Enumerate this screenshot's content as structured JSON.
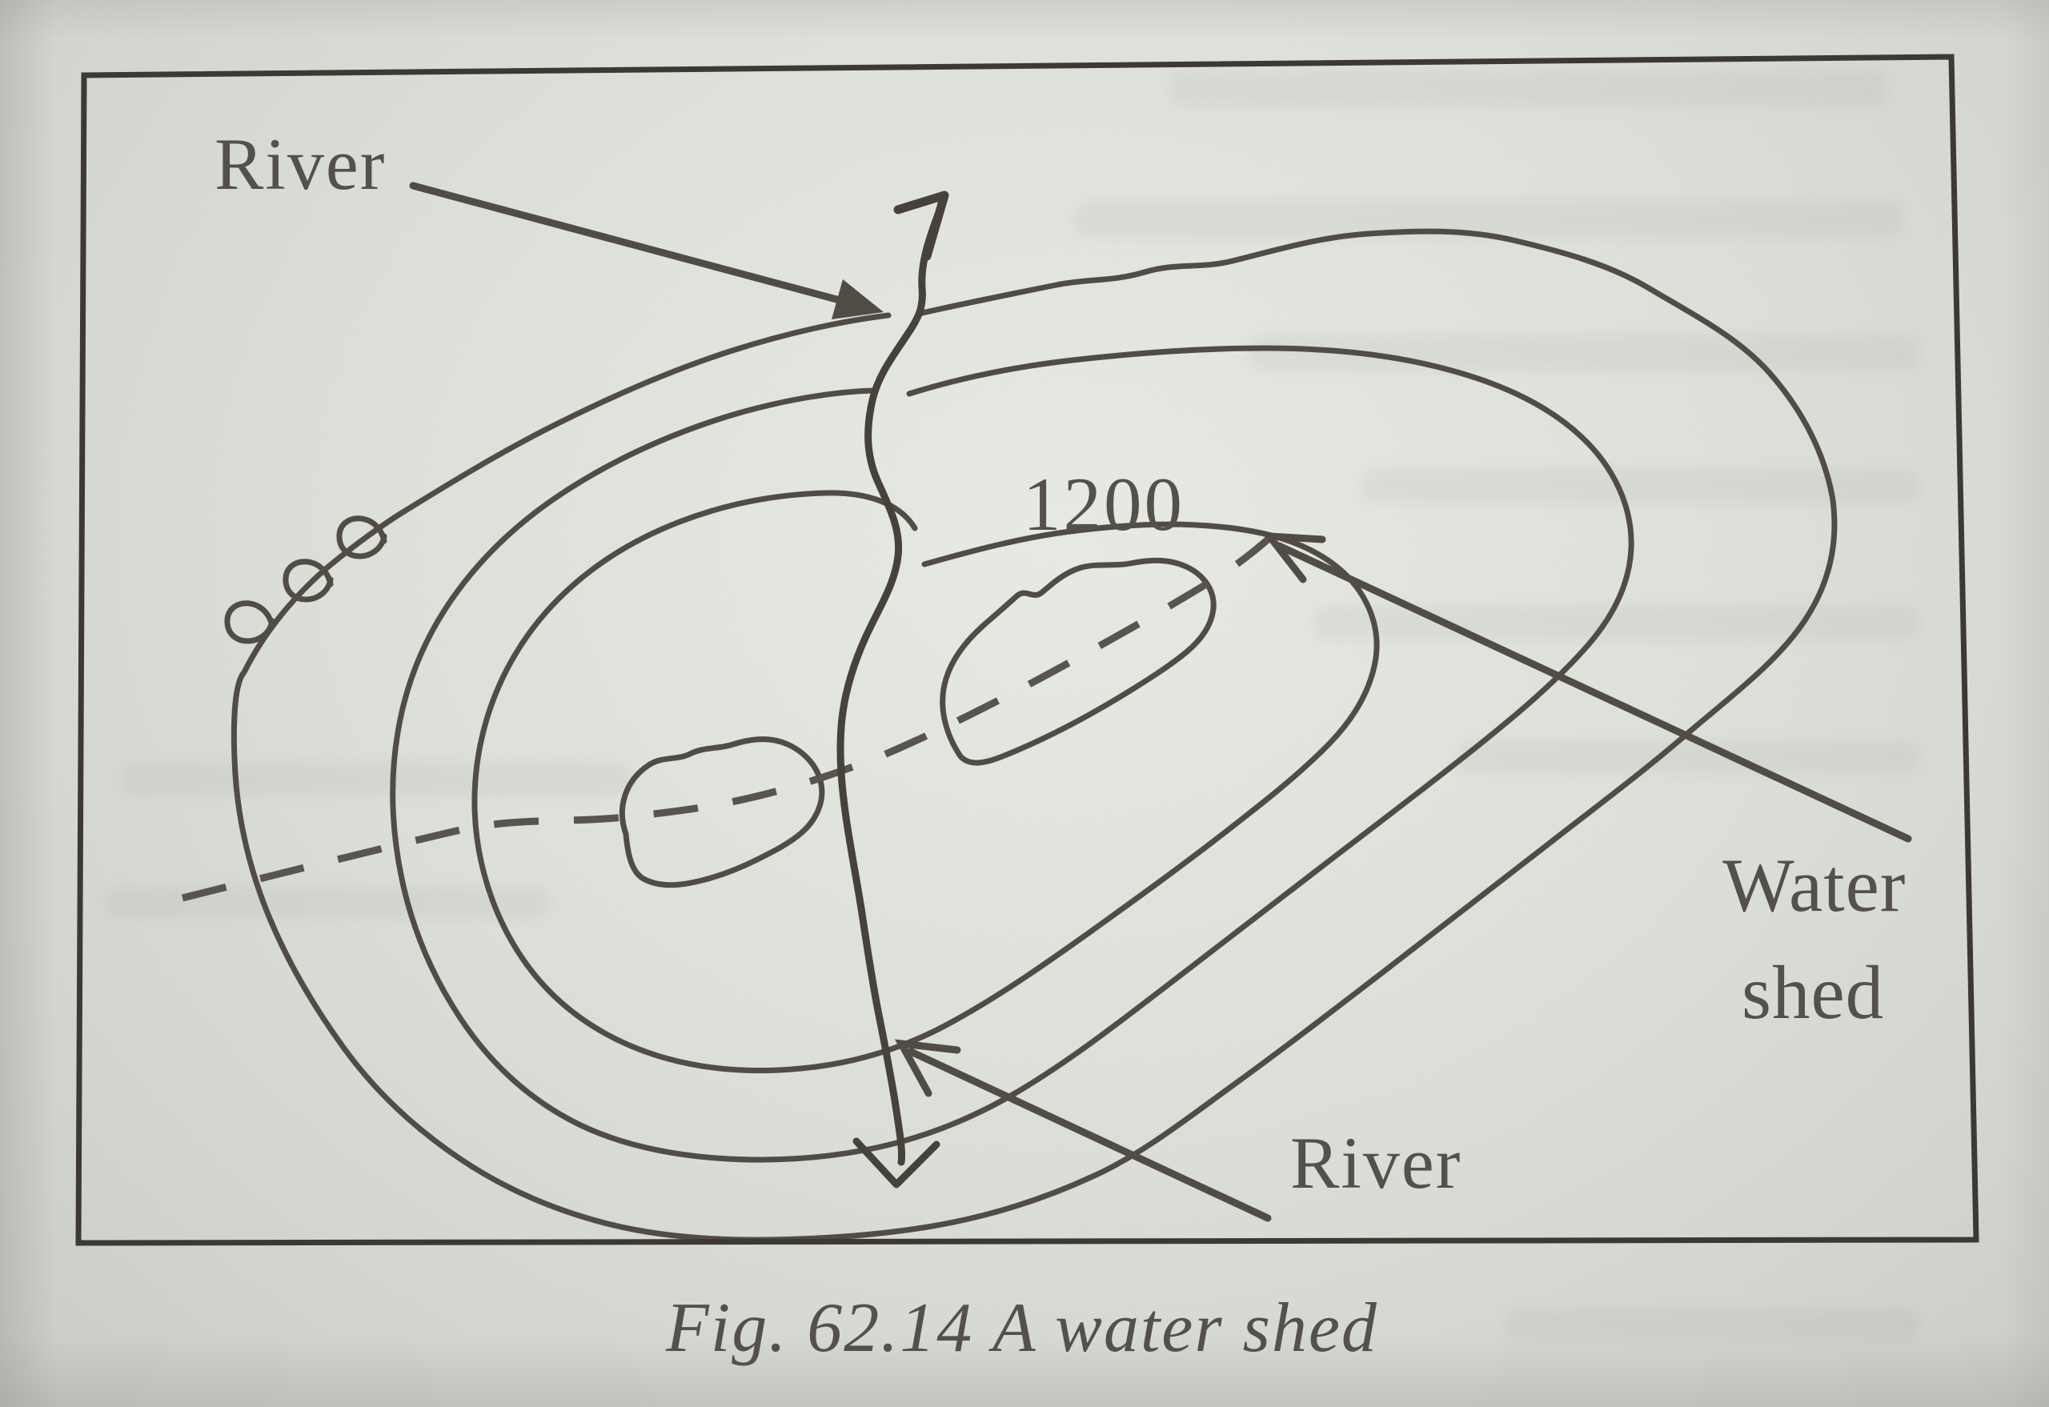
{
  "figure": {
    "kind": "contour-map watershed diagram (scanned book figure)",
    "labels": {
      "river_top": "River",
      "contour_value": "1200",
      "watershed_word1": "Water",
      "watershed_word2": "shed",
      "river_bottom": "River"
    },
    "caption": {
      "number": "Fig. 62.14",
      "title": "A water shed"
    },
    "colors": {
      "paper": "#dcded8",
      "ink": "#4e4a42",
      "river_ink": "#433f37",
      "frame": "#3a362e",
      "text": "#524e47",
      "dash": "#56524b"
    }
  }
}
